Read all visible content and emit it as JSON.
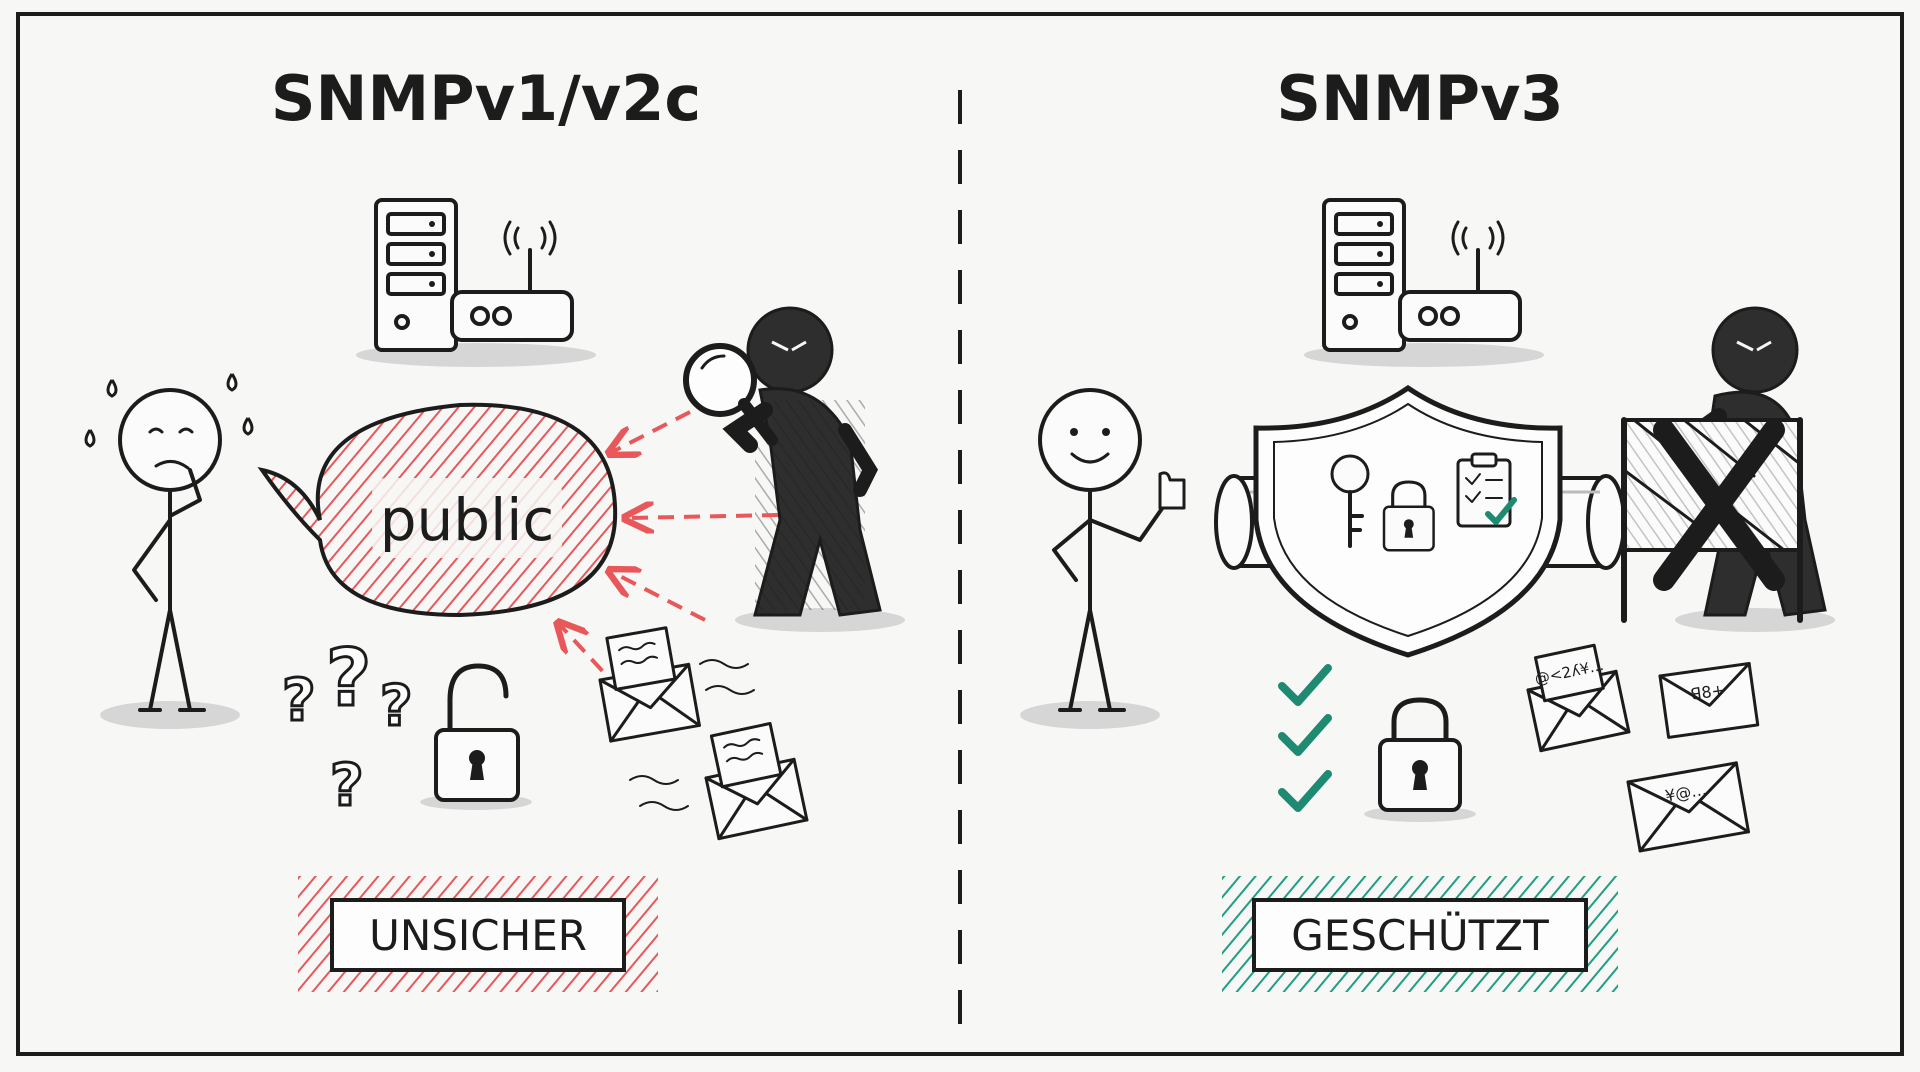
{
  "left_panel": {
    "title": "SNMPv1/v2c",
    "bubble_text": "public",
    "question_marks": [
      "?",
      "?",
      "?",
      "?"
    ],
    "label": "UNSICHER"
  },
  "right_panel": {
    "title": "SNMPv3",
    "envelope_text_1": "@<2ʎ¥...",
    "envelope_text_2": "ꓭ8+",
    "envelope_text_3": "¥@...",
    "label": "GESCHÜTZT"
  },
  "colors": {
    "insecure_red": "#e8585a",
    "secure_green": "#1f9e83",
    "ink": "#1c1c1c",
    "attacker": "#2e2e2e",
    "check_green": "#1f8a72"
  },
  "icons": [
    "server-icon",
    "router-icon",
    "magnifier-icon",
    "open-padlock-icon",
    "padlock-icon",
    "key-icon",
    "clipboard-icon",
    "shield-icon",
    "envelope-icon",
    "barrier-icon",
    "checkmark-icon"
  ]
}
